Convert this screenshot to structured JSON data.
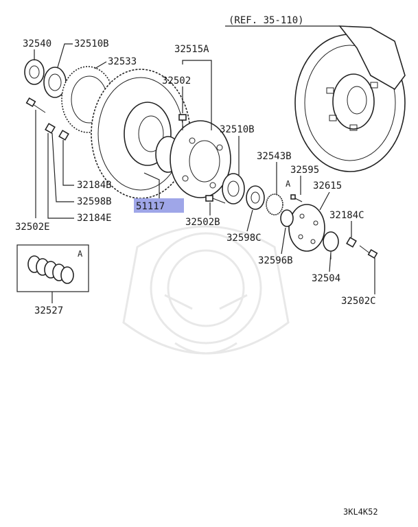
{
  "diagram": {
    "reference": "(REF. 35-110)",
    "footer_code": "3KL4K52",
    "inset_marker": "A",
    "hub_marker": "A",
    "highlight_color": "#9fa6e8",
    "highlighted_part": "51117",
    "parts": {
      "p32540": "32540",
      "p32510B_top": "32510B",
      "p32533": "32533",
      "p32515A": "32515A",
      "p32502": "32502",
      "p32510B_mid": "32510B",
      "p32543B": "32543B",
      "p32595": "32595",
      "p32615": "32615",
      "p32184B": "32184B",
      "p32598B": "32598B",
      "p32184E": "32184E",
      "p32502E": "32502E",
      "p51117": "51117",
      "p32502B": "32502B",
      "p32598C": "32598C",
      "p32596B": "32596B",
      "p32184C": "32184C",
      "p32504": "32504",
      "p32502C": "32502C",
      "p32527": "32527"
    }
  }
}
